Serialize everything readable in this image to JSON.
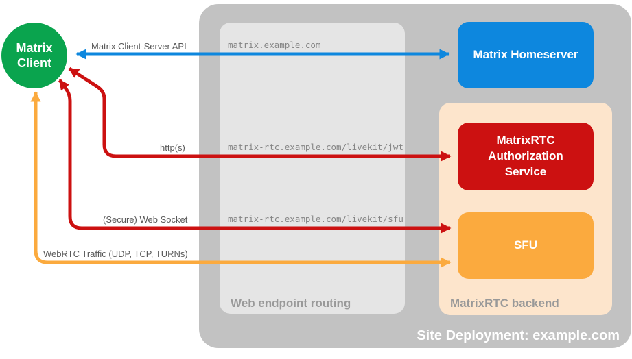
{
  "colors": {
    "client_green": "#0aa44e",
    "homeserver_blue": "#0d87de",
    "auth_red": "#cc1111",
    "sfu_orange": "#fbaa3e",
    "backend_peach": "#fde5cc",
    "container_gray": "#c2c2c2",
    "panel_gray": "#e5e5e5",
    "label_gray": "#999999"
  },
  "client": {
    "line1": "Matrix",
    "line2": "Client"
  },
  "deployment": {
    "title": "Site Deployment: example.com",
    "web_routing": {
      "label": "Web endpoint routing",
      "endpoints": {
        "homeserver": "matrix.example.com",
        "jwt": "matrix-rtc.example.com/livekit/jwt",
        "sfu": "matrix-rtc.example.com/livekit/sfu"
      }
    },
    "backend": {
      "label": "MatrixRTC backend"
    },
    "nodes": {
      "homeserver": "Matrix Homeserver",
      "auth_service": "MatrixRTC Authorization Service",
      "sfu": "SFU"
    }
  },
  "connections": {
    "client_server_api": {
      "label": "Matrix Client-Server API",
      "color": "#0d87de",
      "from": "Matrix Client",
      "to": "Matrix Homeserver"
    },
    "https": {
      "label": "http(s)",
      "color": "#cc1111",
      "from": "Matrix Client",
      "to": "MatrixRTC Authorization Service"
    },
    "websocket": {
      "label": "(Secure) Web Socket",
      "color": "#cc1111",
      "from": "Matrix Client",
      "to": "SFU"
    },
    "webrtc": {
      "label": "WebRTC Traffic (UDP, TCP, TURNs)",
      "color": "#fbaa3e",
      "from": "Matrix Client",
      "to": "SFU"
    }
  }
}
